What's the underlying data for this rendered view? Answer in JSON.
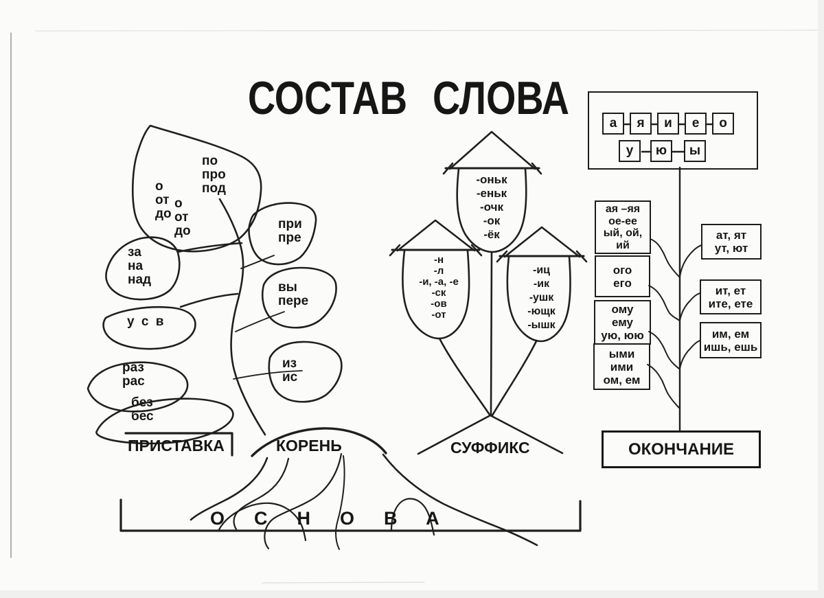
{
  "title": "СОСТАВ СЛОВА",
  "prefix": {
    "label": "ПРИСТАВКА",
    "big_leaf_col1": "о\nот\nдо",
    "big_leaf_col2": "о\nот\nдо",
    "big_leaf_col3": "по\nпро\nпод",
    "leaf_za": "за\nна\nнад",
    "leaf_usv": "у с в",
    "leaf_raz": "раз\nрас",
    "leaf_bez": "без\nбес",
    "leaf_pri": "при\nпре",
    "leaf_vy": "вы\nпере",
    "leaf_iz": "из\nис"
  },
  "root": {
    "label": "КОРЕНЬ"
  },
  "suffix": {
    "label": "СУФФИКС",
    "bud_center": "-оньк\n-еньк\n-очк\n-ок\n-ёк",
    "bud_left": "-н\n-л\n-и, -а, -е\n-ск\n-ов\n-от",
    "bud_right": "-иц\n-ик\n-ушк\n-ющк\n-ышк"
  },
  "ending": {
    "label": "ОКОНЧАНИЕ",
    "vowels_row1": [
      "а",
      "я",
      "и",
      "е",
      "о"
    ],
    "vowels_row2": [
      "у",
      "ю",
      "ы"
    ],
    "left_boxes": [
      "ая –яя\nое-ее\nый, ой,\nий",
      "ого\nего",
      "ому\nему\nую, юю",
      "ыми\nими\nом, ем"
    ],
    "right_boxes": [
      "ат, ят\nут, ют",
      "ит, ет\nите, ете",
      "им, ем\nишь, ешь"
    ]
  },
  "base": {
    "label": "ОСНОВА"
  }
}
